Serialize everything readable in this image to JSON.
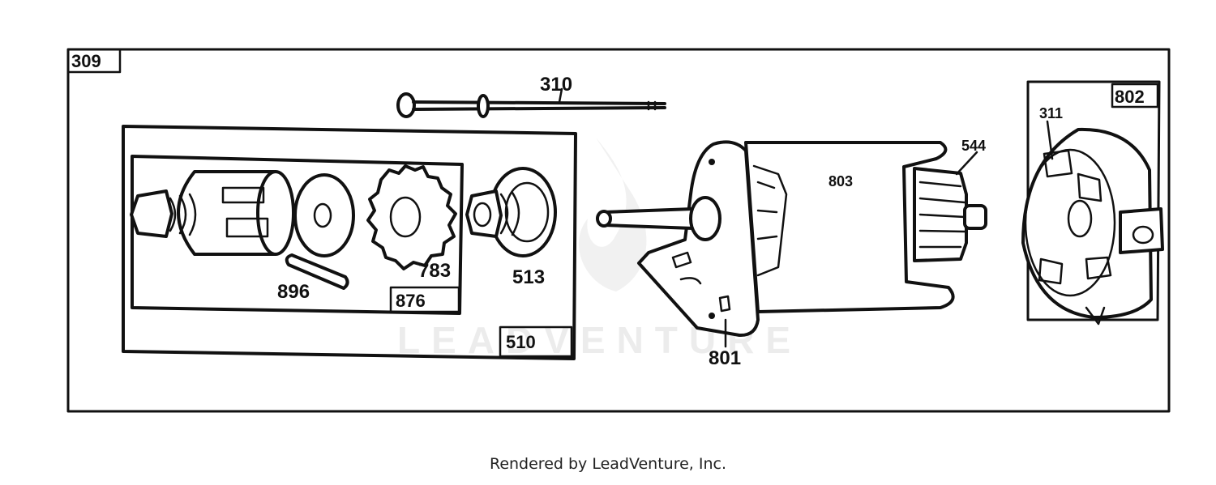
{
  "diagram": {
    "watermark": "LEADVENTURE",
    "labels": {
      "p309": "309",
      "p310": "310",
      "p311": "311",
      "p510": "510",
      "p513": "513",
      "p544": "544",
      "p783": "783",
      "p801": "801",
      "p802": "802",
      "p803": "803",
      "p876": "876",
      "p896": "896"
    }
  },
  "footer": {
    "credit": "Rendered by LeadVenture, Inc."
  }
}
